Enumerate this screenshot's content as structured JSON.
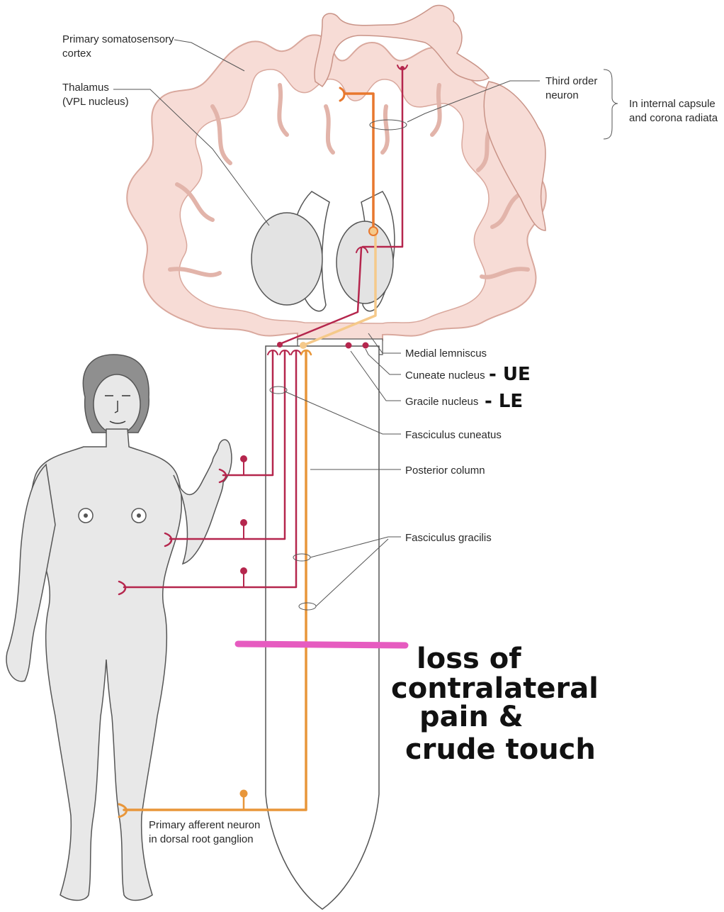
{
  "labels": {
    "somatosensory_cortex": [
      "Primary somatosensory",
      "cortex"
    ],
    "thalamus": [
      "Thalamus",
      "(VPL nucleus)"
    ],
    "third_order_neuron": [
      "Third order",
      "neuron"
    ],
    "internal_capsule": [
      "In internal capsule",
      "and corona radiata"
    ],
    "medial_lemniscus": "Medial lemniscus",
    "cuneate_nucleus": "Cuneate nucleus",
    "gracile_nucleus": "Gracile nucleus",
    "fasciculus_cuneatus": "Fasciculus cuneatus",
    "posterior_column": "Posterior column",
    "fasciculus_gracilis": "Fasciculus gracilis",
    "primary_afferent": [
      "Primary afferent neuron",
      "in dorsal root ganglion"
    ]
  },
  "annotations": {
    "cuneate_note": "- UE",
    "gracile_note": "- LE",
    "lesion_note": [
      "loss of",
      "contralateral",
      "pain &",
      "crude touch"
    ]
  },
  "colors": {
    "cortex_fill": "#f7dcd6",
    "cortex_stroke": "#d9a89d",
    "thalamus_fill": "#e3e3e3",
    "body_fill": "#e8e8e8",
    "crimson_pathway": "#b5264d",
    "orange_pathway": "#e8963a",
    "dark_orange_pathway": "#e8782e",
    "light_orange_pathway": "#f5c98a",
    "lesion_marker": "#e65bc0"
  }
}
